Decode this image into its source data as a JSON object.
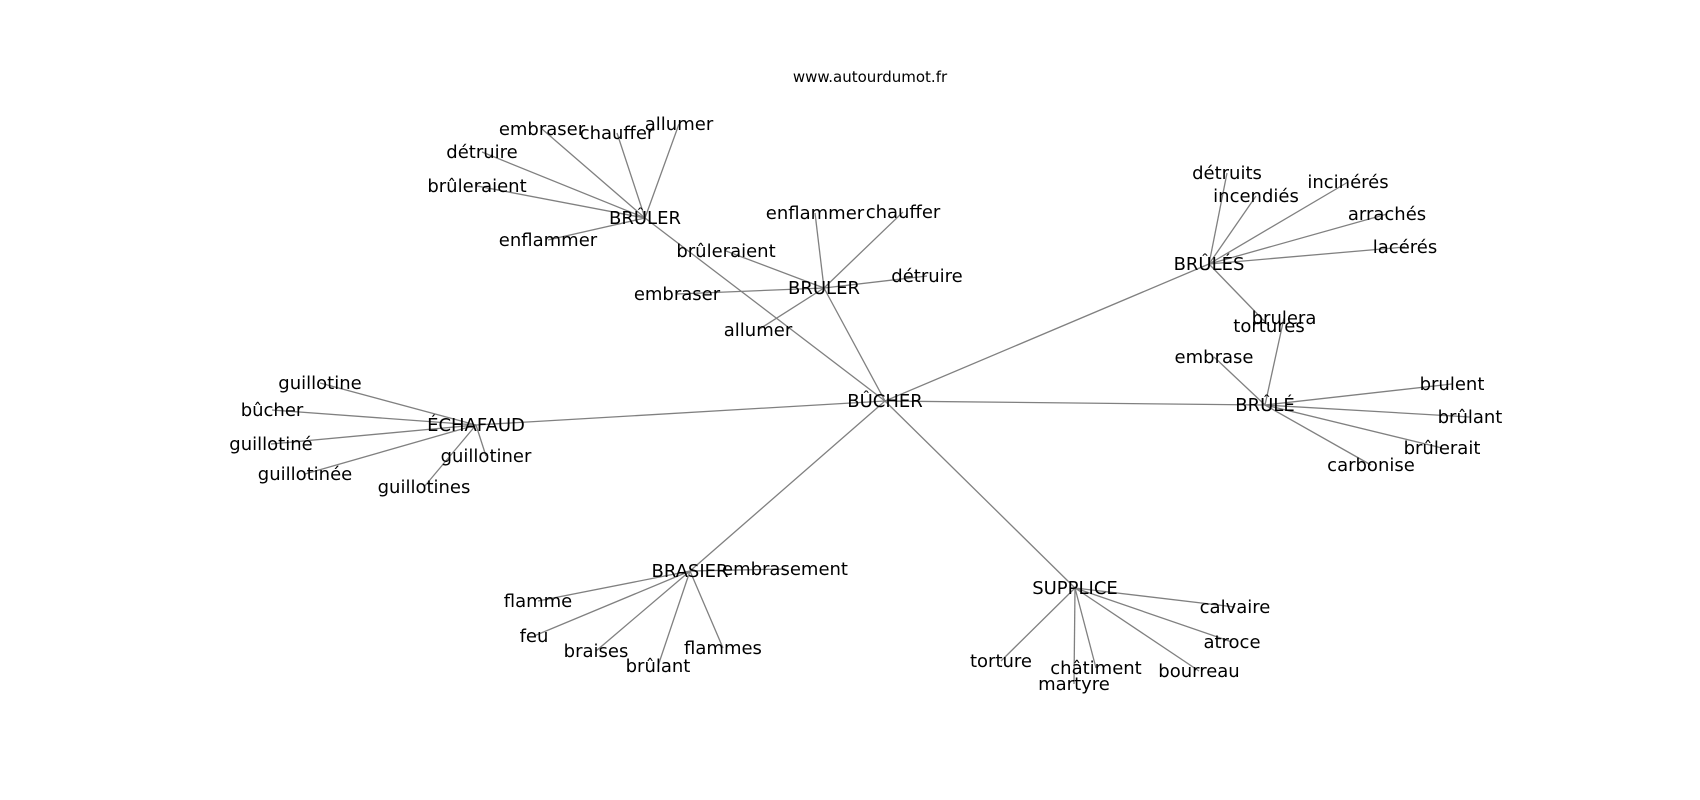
{
  "site": {
    "title": "www.autourdumot.fr"
  },
  "graph": {
    "nodes": [
      {
        "id": "n0",
        "label": "BÛCHER"
      },
      {
        "id": "n1",
        "label": "BRULER"
      },
      {
        "id": "n2",
        "label": "BRÛLER"
      },
      {
        "id": "n3",
        "label": "BRÛLÉS"
      },
      {
        "id": "n4",
        "label": "BRÛLÉ"
      },
      {
        "id": "n5",
        "label": "ÉCHAFAUD"
      },
      {
        "id": "n6",
        "label": "BRASIER"
      },
      {
        "id": "n7",
        "label": "SUPPLICE"
      },
      {
        "id": "n8",
        "label": "enflammer"
      },
      {
        "id": "n9",
        "label": "chauffer"
      },
      {
        "id": "n10",
        "label": "brûleraient"
      },
      {
        "id": "n11",
        "label": "détruire"
      },
      {
        "id": "n12",
        "label": "embraser"
      },
      {
        "id": "n13",
        "label": "allumer"
      },
      {
        "id": "n14",
        "label": "embraser"
      },
      {
        "id": "n15",
        "label": "chauffer"
      },
      {
        "id": "n16",
        "label": "allumer"
      },
      {
        "id": "n17",
        "label": "détruire"
      },
      {
        "id": "n18",
        "label": "brûleraient"
      },
      {
        "id": "n19",
        "label": "enflammer"
      },
      {
        "id": "n20",
        "label": "détruits"
      },
      {
        "id": "n21",
        "label": "incinérés"
      },
      {
        "id": "n22",
        "label": "incendiés"
      },
      {
        "id": "n23",
        "label": "arrachés"
      },
      {
        "id": "n24",
        "label": "lacérés"
      },
      {
        "id": "n25",
        "label": "tortures"
      },
      {
        "id": "n26",
        "label": "brulera"
      },
      {
        "id": "n27",
        "label": "embrase"
      },
      {
        "id": "n28",
        "label": "brulent"
      },
      {
        "id": "n29",
        "label": "brûlant"
      },
      {
        "id": "n30",
        "label": "brûlerait"
      },
      {
        "id": "n31",
        "label": "carbonise"
      },
      {
        "id": "n32",
        "label": "guillotine"
      },
      {
        "id": "n33",
        "label": "bûcher"
      },
      {
        "id": "n34",
        "label": "guillotiné"
      },
      {
        "id": "n35",
        "label": "guillotinée"
      },
      {
        "id": "n36",
        "label": "guillotiner"
      },
      {
        "id": "n37",
        "label": "guillotines"
      },
      {
        "id": "n38",
        "label": "embrasement"
      },
      {
        "id": "n39",
        "label": "flamme"
      },
      {
        "id": "n40",
        "label": "feu"
      },
      {
        "id": "n41",
        "label": "braises"
      },
      {
        "id": "n42",
        "label": "brûlant"
      },
      {
        "id": "n43",
        "label": "flammes"
      },
      {
        "id": "n44",
        "label": "calvaire"
      },
      {
        "id": "n45",
        "label": "atroce"
      },
      {
        "id": "n46",
        "label": "torture"
      },
      {
        "id": "n47",
        "label": "châtiment"
      },
      {
        "id": "n48",
        "label": "bourreau"
      },
      {
        "id": "n49",
        "label": "martyre"
      }
    ],
    "edges": [
      [
        "n0",
        "n1"
      ],
      [
        "n0",
        "n2"
      ],
      [
        "n0",
        "n3"
      ],
      [
        "n0",
        "n4"
      ],
      [
        "n0",
        "n5"
      ],
      [
        "n0",
        "n6"
      ],
      [
        "n0",
        "n7"
      ],
      [
        "n1",
        "n8"
      ],
      [
        "n1",
        "n9"
      ],
      [
        "n1",
        "n10"
      ],
      [
        "n1",
        "n11"
      ],
      [
        "n1",
        "n12"
      ],
      [
        "n1",
        "n13"
      ],
      [
        "n2",
        "n14"
      ],
      [
        "n2",
        "n15"
      ],
      [
        "n2",
        "n16"
      ],
      [
        "n2",
        "n17"
      ],
      [
        "n2",
        "n18"
      ],
      [
        "n2",
        "n19"
      ],
      [
        "n3",
        "n20"
      ],
      [
        "n3",
        "n21"
      ],
      [
        "n3",
        "n22"
      ],
      [
        "n3",
        "n23"
      ],
      [
        "n3",
        "n24"
      ],
      [
        "n3",
        "n25"
      ],
      [
        "n4",
        "n26"
      ],
      [
        "n4",
        "n27"
      ],
      [
        "n4",
        "n28"
      ],
      [
        "n4",
        "n29"
      ],
      [
        "n4",
        "n30"
      ],
      [
        "n4",
        "n31"
      ],
      [
        "n5",
        "n32"
      ],
      [
        "n5",
        "n33"
      ],
      [
        "n5",
        "n34"
      ],
      [
        "n5",
        "n35"
      ],
      [
        "n5",
        "n36"
      ],
      [
        "n5",
        "n37"
      ],
      [
        "n6",
        "n38"
      ],
      [
        "n6",
        "n39"
      ],
      [
        "n6",
        "n40"
      ],
      [
        "n6",
        "n41"
      ],
      [
        "n6",
        "n42"
      ],
      [
        "n6",
        "n43"
      ],
      [
        "n7",
        "n44"
      ],
      [
        "n7",
        "n45"
      ],
      [
        "n7",
        "n46"
      ],
      [
        "n7",
        "n47"
      ],
      [
        "n7",
        "n48"
      ],
      [
        "n7",
        "n49"
      ]
    ]
  }
}
